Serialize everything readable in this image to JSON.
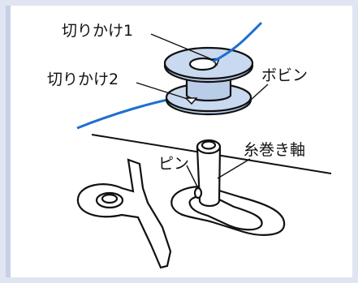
{
  "labels": {
    "notch1": "切りかけ1",
    "notch2": "切りかけ2",
    "bobbin": "ボビン",
    "pin": "ピン",
    "spindle": "糸巻き軸"
  },
  "colors": {
    "frame_bg": "#dfe6f2",
    "side_bar": "#c6d0e6",
    "thread": "#1e6fd0",
    "bobbin_fill": "#b9cce8",
    "line": "#111111"
  }
}
